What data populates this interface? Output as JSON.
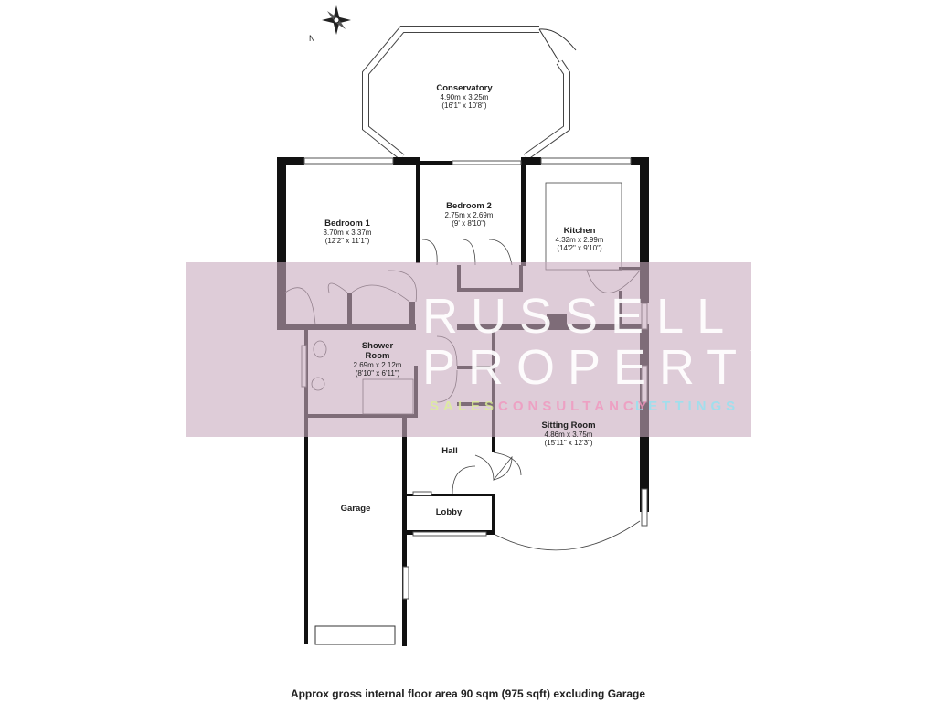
{
  "rooms": [
    {
      "name": "Conservatory",
      "metric": "4.90m x 3.25m",
      "imperial": "(16'1\" x 10'8\")"
    },
    {
      "name": "Bedroom 2",
      "metric": "2.75m x 2.69m",
      "imperial": "(9' x 8'10\")"
    },
    {
      "name": "Bedroom 1",
      "metric": "3.70m x 3.37m",
      "imperial": "(12'2\" x 11'1\")"
    },
    {
      "name": "Kitchen",
      "metric": "4.32m x 2.99m",
      "imperial": "(14'2\" x 9'10\")"
    },
    {
      "name": "Shower Room",
      "metric": "2.69m x 2.12m",
      "imperial": "(8'10\" x 6'11\")"
    },
    {
      "name": "Sitting Room",
      "metric": "4.86m x 3.75m",
      "imperial": "(15'11\" x 12'3\")"
    },
    {
      "name": "Hall"
    },
    {
      "name": "Lobby"
    },
    {
      "name": "Garage"
    }
  ],
  "compass": {
    "label": "N"
  },
  "watermark": {
    "line1": "RUSSELL",
    "line2": "PROPERTY",
    "sales": "SALES",
    "consultancy": "CONSULTANCY",
    "lettings": "LETTINGS"
  },
  "caption": "Approx gross internal floor area 90 sqm (975 sqft) excluding Garage"
}
